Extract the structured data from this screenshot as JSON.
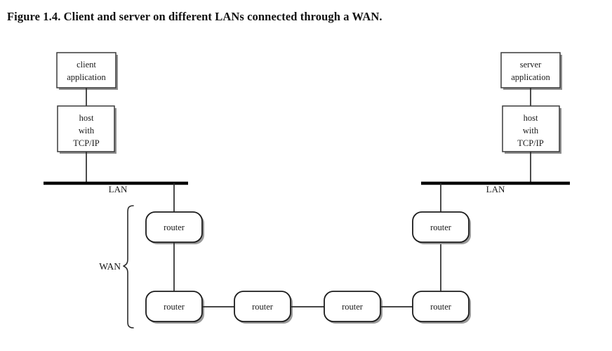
{
  "figure": {
    "title": "Figure 1.4. Client and server on different LANs connected through a WAN.",
    "caption_number": "1.4"
  },
  "diagram": {
    "type": "network-topology",
    "background_color": "#ffffff",
    "line_color": "#2b2b2b",
    "bus_color": "#000000",
    "box_fill": "#ffffff",
    "left_stack": {
      "application_box": {
        "line1": "client",
        "line2": "application"
      },
      "host_box": {
        "line1": "host",
        "line2": "with",
        "line3": "TCP/IP"
      },
      "bus_label": "LAN"
    },
    "right_stack": {
      "application_box": {
        "line1": "server",
        "line2": "application"
      },
      "host_box": {
        "line1": "host",
        "line2": "with",
        "line3": "TCP/IP"
      },
      "bus_label": "LAN"
    },
    "wan": {
      "label": "WAN",
      "routers": [
        {
          "id": "router-left-upper",
          "label": "router"
        },
        {
          "id": "router-left-lower",
          "label": "router"
        },
        {
          "id": "router-mid-1",
          "label": "router"
        },
        {
          "id": "router-mid-2",
          "label": "router"
        },
        {
          "id": "router-right-lower",
          "label": "router"
        },
        {
          "id": "router-right-upper",
          "label": "router"
        }
      ],
      "router_count": 6
    }
  }
}
